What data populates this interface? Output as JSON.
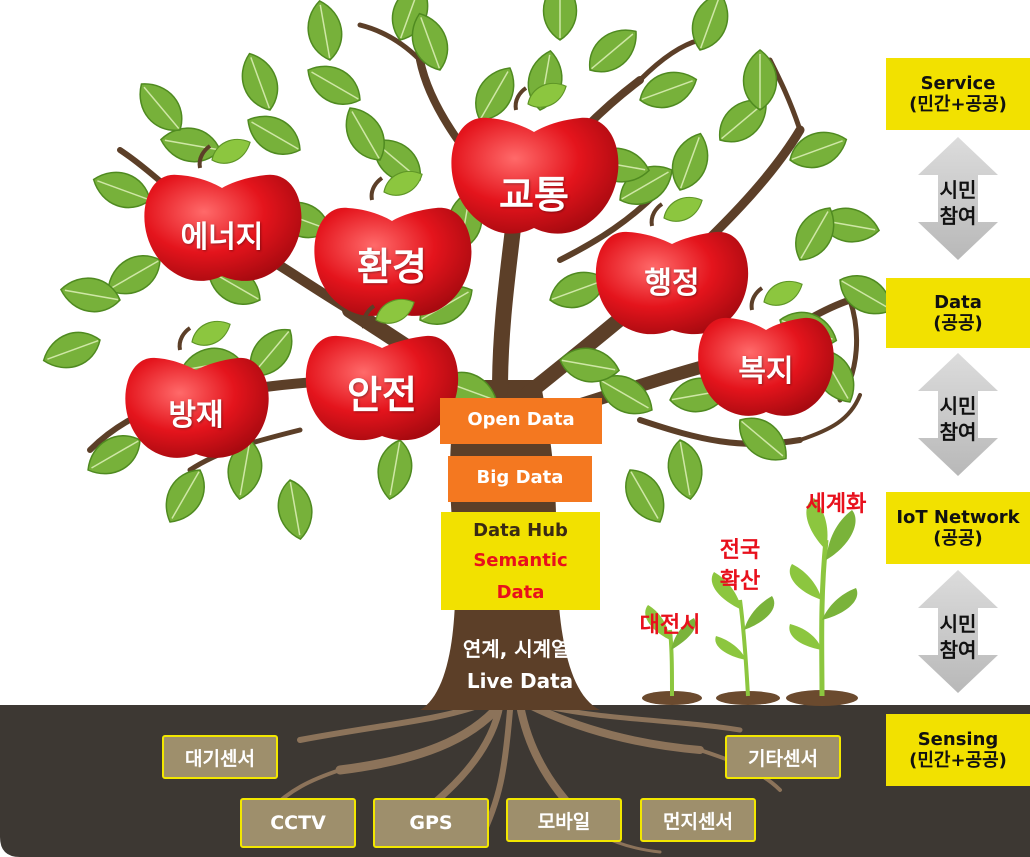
{
  "apples": {
    "energy": "에너지",
    "environment": "환경",
    "traffic": "교통",
    "administration": "행정",
    "disaster": "방재",
    "safety": "안전",
    "welfare": "복지"
  },
  "data_stack": {
    "open_data": "Open Data",
    "big_data": "Big Data",
    "hub_line1": "Data Hub",
    "hub_line2": "Semantic",
    "hub_line3": "Data",
    "trunk_line1": "연계, 시계열,",
    "trunk_line2": "Live Data"
  },
  "growth": {
    "daejeon": "대전시",
    "national_line1": "전국",
    "national_line2": "확산",
    "global": "세계화"
  },
  "layers": {
    "service_line1": "Service",
    "service_line2": "(민간+공공)",
    "data_line1": "Data",
    "data_line2": "(공공)",
    "iot_line1": "IoT Network",
    "iot_line2": "(공공)",
    "sensing_line1": "Sensing",
    "sensing_line2": "(민간+공공)",
    "citizen_line1": "시민",
    "citizen_line2": "참여"
  },
  "sensors": {
    "air": "대기센서",
    "other": "기타센서",
    "cctv": "CCTV",
    "gps": "GPS",
    "mobile": "모바일",
    "dust": "먼지센서"
  },
  "colors": {
    "apple_red": "#e4141c",
    "leaf_green": "#77b13a",
    "trunk_brown": "#5c3f28",
    "ground": "#3d3833",
    "layer_yellow": "#f2e100",
    "orange_box": "#f47820",
    "sensor_box": "#9e8f6c",
    "arrow_gray": "#c8c8c8",
    "growth_red": "#e8101c"
  }
}
